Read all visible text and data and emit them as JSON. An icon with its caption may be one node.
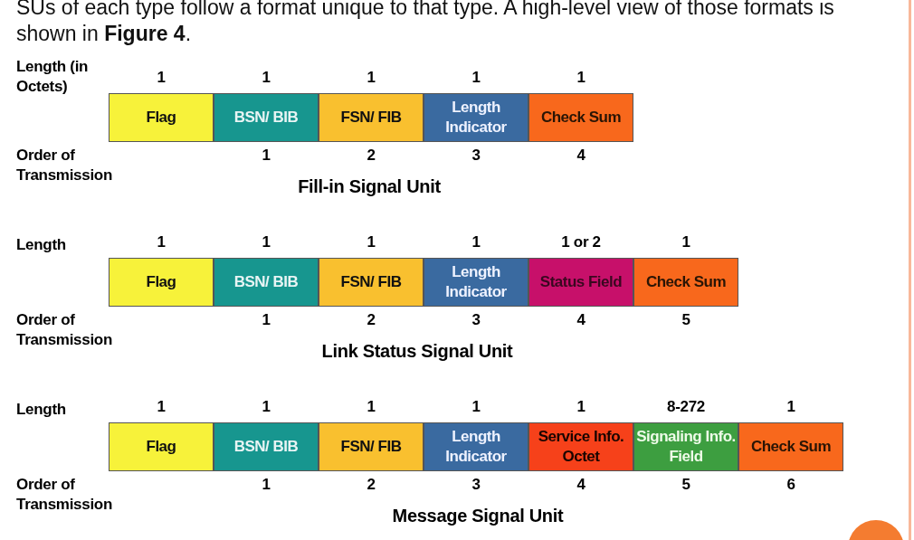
{
  "diagram": {
    "nodes": [
      {
        "text": [
          "Flag"
        ]
      },
      {
        "text": [
          "BSN/ BIB"
        ]
      },
      {
        "text": [
          "FSN/ FIB"
        ]
      },
      {
        "text": [
          "Length Indicator"
        ]
      },
      {
        "text": [
          "Check Sum"
        ]
      },
      {
        "text": [
          "Flag"
        ]
      },
      {
        "text": [
          "BSN/ BIB"
        ]
      },
      {
        "text": [
          "FSN/ FIB"
        ]
      },
      {
        "text": [
          "Length Indicator"
        ]
      },
      {
        "text": [
          "Status Field"
        ]
      },
      {
        "text": [
          "Check Sum"
        ]
      },
      {
        "text": [
          "Flag"
        ]
      },
      {
        "text": [
          "BSN/ BIB"
        ]
      },
      {
        "text": [
          "FSN/ FIB"
        ]
      },
      {
        "text": [
          "Length Indicator"
        ]
      },
      {
        "text": [
          "Service Info. Octet"
        ]
      },
      {
        "text": [
          "Signaling Info. Field"
        ]
      },
      {
        "text": [
          "Check Sum"
        ]
      }
    ],
    "edges": [],
    "labels": [
      "SUs of each type follow a format unique to that type. A high-level view of those formats is shown in **Figure 4**.",
      "Length (in Octets)",
      "1",
      "1",
      "1",
      "1",
      "1",
      "Order of Transmission",
      "1",
      "2",
      "3",
      "4",
      "Fill-in Signal Unit",
      "Length",
      "1",
      "1",
      "1",
      "1",
      "1 or 2",
      "1",
      "Order of Transmission",
      "1",
      "2",
      "3",
      "4",
      "5",
      "Link Status Signal Unit",
      "Length",
      "1",
      "1",
      "1",
      "1",
      "1",
      "8-272",
      "1",
      "Order of Transmission",
      "1",
      "2",
      "3",
      "4",
      "5",
      "6",
      "Message Signal Unit"
    ]
  }
}
